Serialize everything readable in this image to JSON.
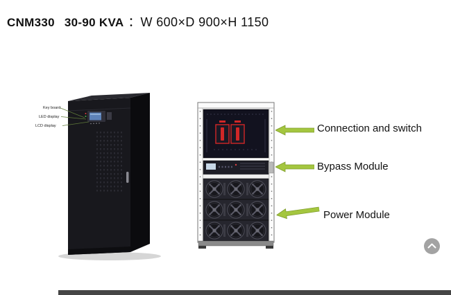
{
  "header": {
    "model": "CNM330",
    "power_range": "30-90 KVA",
    "separator": "：",
    "dimensions": "W 600×D 900×H 1150"
  },
  "photo": {
    "labels": {
      "key_board": "Key board",
      "led_display": "LED display",
      "lcd_display": "LCD display"
    }
  },
  "diagram_annotations": {
    "connection_switch": "Connection and switch",
    "bypass_module": "Bypass Module",
    "power_module": "Power Module"
  },
  "icons": {
    "scroll_top": "chevron-up"
  },
  "colors": {
    "arrow_green": "#a4c63f",
    "switch_red": "#d22727",
    "cabinet_black": "#18181d",
    "lcd_screen_blue": "#5d82b8",
    "scroll_button_gray": "#a3a3a3",
    "bottom_bar_gray": "#454545"
  }
}
